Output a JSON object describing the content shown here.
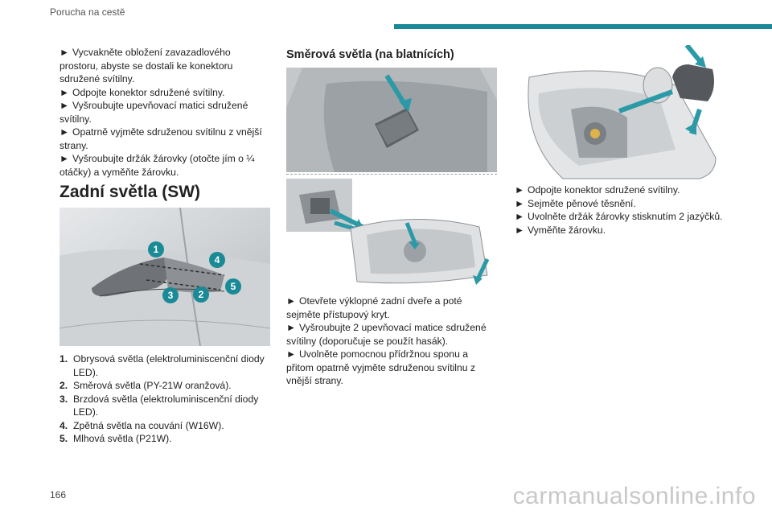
{
  "header": {
    "title": "Porucha na cestě"
  },
  "left": {
    "steps": [
      "Vycvakněte obložení zavazadlového prostoru, abyste se dostali ke konektoru sdružené svítilny.",
      "Odpojte konektor sdružené svítilny.",
      "Vyšroubujte upevňovací matici sdružené svítilny.",
      "Opatrně vyjměte sdruženou svítilnu z vnější strany.",
      "Vyšroubujte držák žárovky (otočte jím o ¼ otáčky) a vyměňte žárovku."
    ],
    "section_title": "Zadní světla (SW)",
    "callouts": [
      "1",
      "2",
      "3",
      "4",
      "5"
    ],
    "items": [
      {
        "num": "1.",
        "text": "Obrysová světla (elektroluminiscenční diody LED)."
      },
      {
        "num": "2.",
        "text": "Směrová světla (PY-21W oranžová)."
      },
      {
        "num": "3.",
        "text": "Brzdová světla (elektroluminiscenční diody LED)."
      },
      {
        "num": "4.",
        "text": "Zpětná světla na couvání (W16W)."
      },
      {
        "num": "5.",
        "text": "Mlhová světla (P21W)."
      }
    ]
  },
  "middle": {
    "title": "Směrová světla (na blatnících)",
    "steps": [
      "Otevřete výklopné zadní dveře a poté sejměte přístupový kryt.",
      "Vyšroubujte 2 upevňovací matice sdružené svítilny (doporučuje se použít hasák).",
      "Uvolněte pomocnou přídržnou sponu a přitom opatrně vyjměte sdruženou svítilnu z vnější strany."
    ]
  },
  "right": {
    "steps": [
      "Odpojte konektor sdružené svítilny.",
      "Sejměte pěnové těsnění.",
      "Uvolněte držák žárovky stisknutím 2 jazýčků.",
      "Vyměňte žárovku."
    ]
  },
  "bullet_symbol": "►",
  "footer": {
    "page_number": "166",
    "watermark": "carmanualsonline.info"
  },
  "colors": {
    "accent": "#1b8a97",
    "callout": "#1b8a97",
    "arrow": "#2b9aa6"
  }
}
